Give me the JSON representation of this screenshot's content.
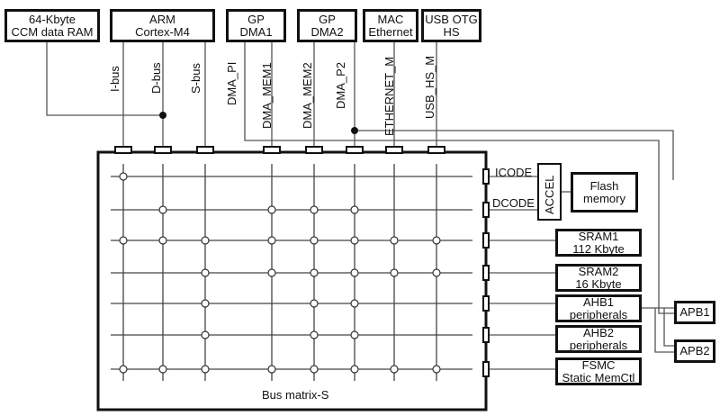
{
  "diagram": {
    "title": "Bus matrix-S",
    "masters": [
      {
        "id": "ccm",
        "lines": [
          "64-Kbyte",
          "CCM data RAM"
        ]
      },
      {
        "id": "arm",
        "lines": [
          "ARM",
          "Cortex-M4"
        ]
      },
      {
        "id": "dma1",
        "lines": [
          "GP",
          "DMA1"
        ]
      },
      {
        "id": "dma2",
        "lines": [
          "GP",
          "DMA2"
        ]
      },
      {
        "id": "mac",
        "lines": [
          "MAC",
          "Ethernet"
        ]
      },
      {
        "id": "usb",
        "lines": [
          "USB OTG",
          "HS"
        ]
      }
    ],
    "master_buses": [
      "I-bus",
      "D-bus",
      "S-bus",
      "DMA_PI",
      "DMA_MEM1",
      "DMA_MEM2",
      "DMA_P2",
      "ETHERNET_M",
      "USB_HS_M"
    ],
    "slave_ports": [
      "ICODE",
      "DCODE"
    ],
    "accelerator": "ACCEL",
    "slaves": [
      {
        "id": "flash",
        "lines": [
          "Flash",
          "memory"
        ]
      },
      {
        "id": "sram1",
        "lines": [
          "SRAM1",
          "112 Kbyte"
        ]
      },
      {
        "id": "sram2",
        "lines": [
          "SRAM2",
          "16 Kbyte"
        ]
      },
      {
        "id": "ahb1",
        "lines": [
          "AHB1",
          "peripherals"
        ]
      },
      {
        "id": "ahb2",
        "lines": [
          "AHB2",
          "peripherals"
        ]
      },
      {
        "id": "fsmc",
        "lines": [
          "FSMC",
          "Static MemCtl"
        ]
      }
    ],
    "bridges": [
      "APB1",
      "APB2"
    ],
    "connections": [
      [
        1,
        0,
        0,
        0,
        0,
        0,
        0,
        0
      ],
      [
        0,
        1,
        0,
        1,
        1,
        1,
        0,
        0
      ],
      [
        1,
        1,
        1,
        1,
        1,
        1,
        1,
        1
      ],
      [
        0,
        0,
        1,
        1,
        1,
        1,
        1,
        1
      ],
      [
        0,
        0,
        1,
        0,
        1,
        1,
        0,
        0
      ],
      [
        0,
        0,
        1,
        0,
        1,
        1,
        0,
        0
      ],
      [
        1,
        1,
        1,
        1,
        1,
        1,
        1,
        1
      ]
    ]
  }
}
